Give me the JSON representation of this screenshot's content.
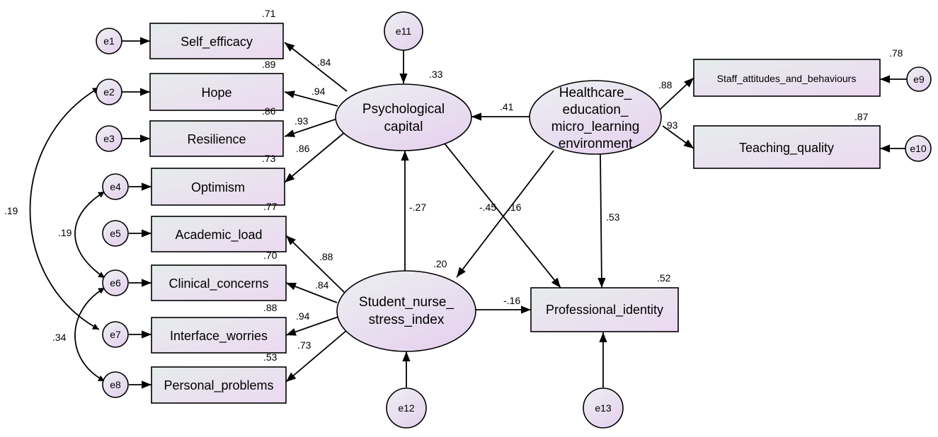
{
  "colors": {
    "box_light": "#e6ecec",
    "box_tint": "#ecd9f1",
    "line": "#000000"
  },
  "observed": {
    "self_efficacy": {
      "label": "Self_efficacy",
      "r2": ".71"
    },
    "hope": {
      "label": "Hope",
      "r2": ".89"
    },
    "resilience": {
      "label": "Resilience",
      "r2": ".86"
    },
    "optimism": {
      "label": "Optimism",
      "r2": ".73"
    },
    "academic_load": {
      "label": "Academic_load",
      "r2": ".77"
    },
    "clinical_concerns": {
      "label": "Clinical_concerns",
      "r2": ".70"
    },
    "interface_worries": {
      "label": "Interface_worries",
      "r2": ".88"
    },
    "personal_problems": {
      "label": "Personal_problems",
      "r2": ".53"
    },
    "staff_attitudes": {
      "label": "Staff_attitudes_and_behaviours",
      "r2": ".78"
    },
    "teaching_quality": {
      "label": "Teaching_quality",
      "r2": ".87"
    },
    "professional_identity": {
      "label": "Professional_identity",
      "r2": ".52"
    }
  },
  "latent": {
    "psychological_capital": {
      "lines": [
        "Psychological",
        "capital"
      ],
      "r2": ".33"
    },
    "healthcare_env": {
      "lines": [
        "Healthcare_",
        "education_",
        "micro_learning",
        "environment"
      ]
    },
    "stress_index": {
      "lines": [
        "Student_nurse_",
        "stress_index"
      ],
      "r2": ".20"
    }
  },
  "errors": [
    "e1",
    "e2",
    "e3",
    "e4",
    "e5",
    "e6",
    "e7",
    "e8",
    "e9",
    "e10",
    "e11",
    "e12",
    "e13"
  ],
  "loadings": {
    "pc_self_efficacy": ".84",
    "pc_hope": ".94",
    "pc_resilience": ".93",
    "pc_optimism": ".86",
    "sn_academic": ".88",
    "sn_clinical": ".84",
    "sn_interface": ".94",
    "sn_personal": ".73",
    "env_staff": ".88",
    "env_teaching": ".93"
  },
  "paths": {
    "env_to_pc": ".41",
    "sn_to_pc": "-.27",
    "env_to_sn": "-.45",
    "pc_to_pi": ".16",
    "env_to_pi": ".53",
    "sn_to_pi": "-.16"
  },
  "covariances": {
    "e2_e7": ".19",
    "e4_e6": ".19",
    "e6_e8": ".34"
  }
}
